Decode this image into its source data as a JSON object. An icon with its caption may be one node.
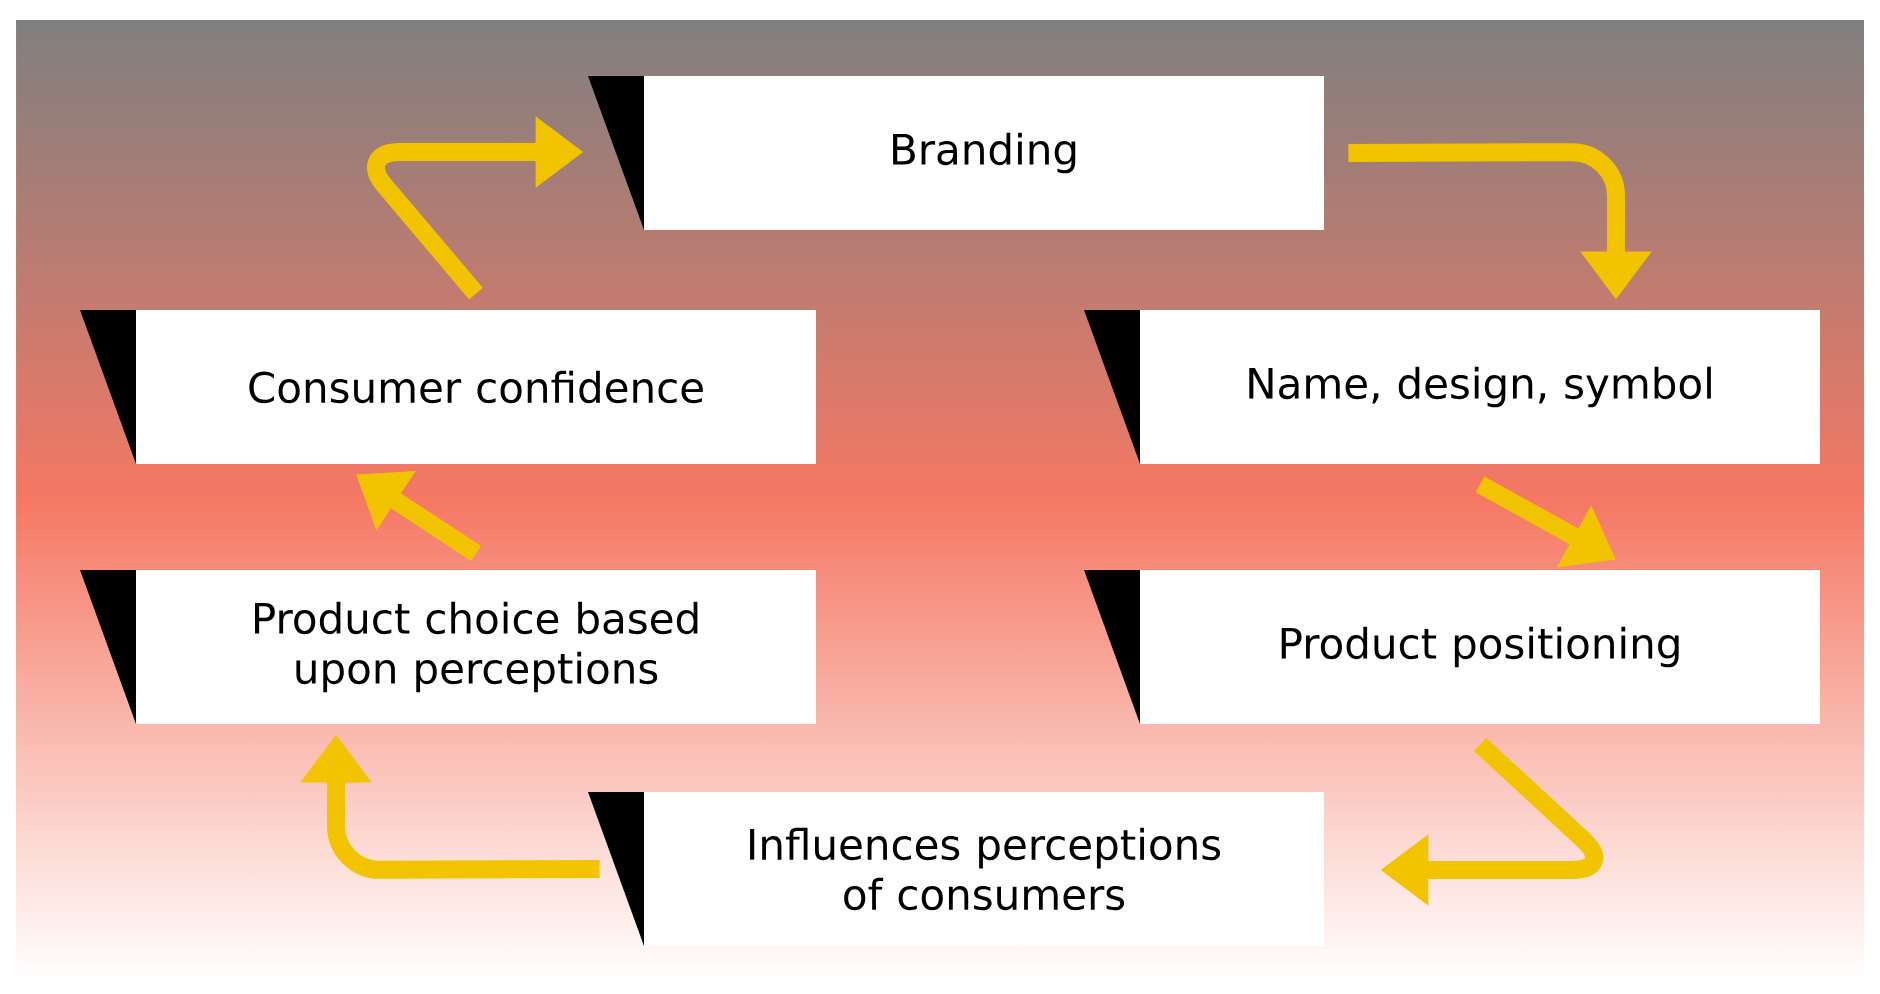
{
  "diagram": {
    "nodes": [
      {
        "text": [
          "Branding"
        ]
      },
      {
        "text": [
          "Name, design, symbol"
        ]
      },
      {
        "text": [
          "Product positioning"
        ]
      },
      {
        "text": [
          "Influences perceptions of consumers"
        ]
      },
      {
        "text": [
          "Product choice based upon perceptions"
        ]
      },
      {
        "text": [
          "Consumer confidence"
        ]
      }
    ],
    "edges": [
      {
        "from": 0,
        "to": 1,
        "arrow": "to"
      },
      {
        "from": 1,
        "to": 2,
        "arrow": "to"
      },
      {
        "from": 2,
        "to": 3,
        "arrow": "to"
      },
      {
        "from": 3,
        "to": 4,
        "arrow": "to"
      },
      {
        "from": 4,
        "to": 5,
        "arrow": "to"
      },
      {
        "from": 5,
        "to": 0,
        "arrow": "to"
      }
    ]
  }
}
